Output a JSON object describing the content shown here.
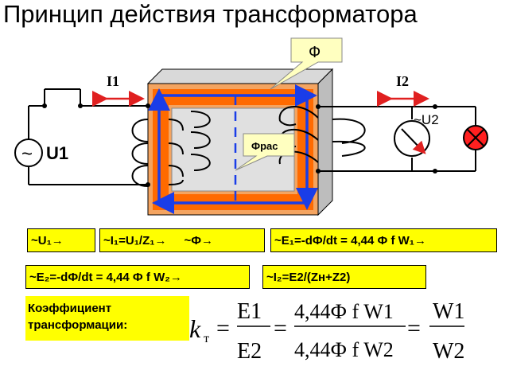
{
  "title": "Принцип действия трансформатора",
  "flux_label": "Ф",
  "leak_flux_label": "Фрас",
  "current_primary": "I1",
  "current_secondary": "I2",
  "source_label": "U1",
  "source_symbol": "~",
  "secondary_voltage_label": "~U2",
  "boxes": {
    "u1": "~U₁→",
    "i1": "~I₁=U₁/Z₁→",
    "phi": "~Ф→",
    "e1": "~E₁=-dФ/dt = 4,44 Ф f W₁→",
    "e2": "~E₂=-dФ/dt = 4,44 Ф f W₂→",
    "i2": "~I₂=E2/(Zн+Z2)"
  },
  "coefficient_caption_line1": "Коэффициент",
  "coefficient_caption_line2": "трансформации:",
  "formula": {
    "k": "k",
    "k_sub": "т",
    "eq": "=",
    "e1_num": "E1",
    "e2_den": "E2",
    "mid_num": "4,44Ф f W1",
    "mid_den": "4,44Ф f W2",
    "w1_num": "W1",
    "w2_den": "W2"
  },
  "colors": {
    "box_fill": "#ffff00",
    "core_outer": "#f4a460",
    "core_orange": "#ff6a00",
    "flux_line": "#1a3de8",
    "current_arrow": "#e02020",
    "callout": "#ffffc0",
    "lamp": "#ff2020"
  }
}
